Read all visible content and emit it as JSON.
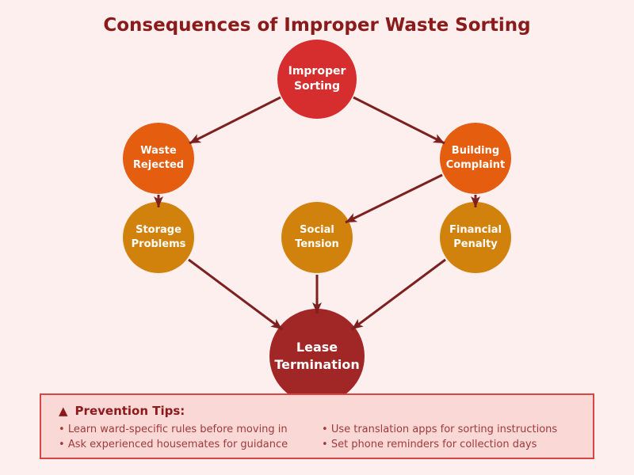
{
  "title": "Consequences of Improper Waste Sorting",
  "colors": {
    "background": "#fdefed",
    "title_text": "#8b1a1a",
    "arrow": "#7d2020",
    "node_top": "#d62e2e",
    "node_level2": "#e55d0f",
    "node_level3": "#d1820d",
    "node_bottom": "#a12626",
    "tips_background": "#fad8d6",
    "tips_border": "#d94545",
    "tips_text": "#a03a3a"
  },
  "diagram": {
    "nodes": [
      {
        "id": "improper-sorting",
        "label": "Improper Sorting",
        "color": "#d62e2e"
      },
      {
        "id": "waste-rejected",
        "label": "Waste Rejected",
        "color": "#e55d0f"
      },
      {
        "id": "building-complaint",
        "label": "Building Complaint",
        "color": "#e55d0f"
      },
      {
        "id": "storage-problems",
        "label": "Storage Problems",
        "color": "#d1820d"
      },
      {
        "id": "social-tension",
        "label": "Social Tension",
        "color": "#d1820d"
      },
      {
        "id": "financial-penalty",
        "label": "Financial Penalty",
        "color": "#d1820d"
      },
      {
        "id": "lease-termination",
        "label": "Lease Termination",
        "color": "#a12626"
      }
    ],
    "edges": [
      {
        "from": "improper-sorting",
        "to": "waste-rejected"
      },
      {
        "from": "improper-sorting",
        "to": "building-complaint"
      },
      {
        "from": "waste-rejected",
        "to": "storage-problems"
      },
      {
        "from": "building-complaint",
        "to": "social-tension"
      },
      {
        "from": "building-complaint",
        "to": "financial-penalty"
      },
      {
        "from": "storage-problems",
        "to": "lease-termination"
      },
      {
        "from": "social-tension",
        "to": "lease-termination"
      },
      {
        "from": "financial-penalty",
        "to": "lease-termination"
      }
    ]
  },
  "prevention": {
    "icon": "▲",
    "heading": "Prevention Tips:",
    "tips_left": [
      "Learn ward-specific rules before moving in",
      "Ask experienced housemates for guidance"
    ],
    "tips_right": [
      "Use translation apps for sorting instructions",
      "Set phone reminders for collection days"
    ]
  }
}
